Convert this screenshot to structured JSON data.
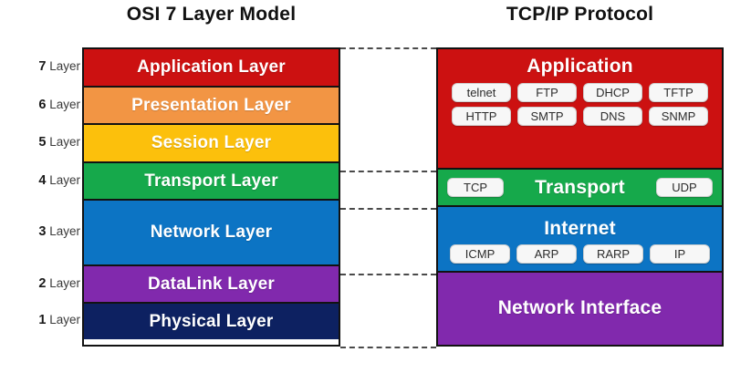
{
  "osi": {
    "title": "OSI 7 Layer Model",
    "layers": [
      {
        "num": "7",
        "num_suffix": "Layer",
        "label": "Application Layer",
        "color": "#cc1111",
        "height": 42
      },
      {
        "num": "6",
        "num_suffix": "Layer",
        "label": "Presentation Layer",
        "color": "#f29544",
        "height": 41
      },
      {
        "num": "5",
        "num_suffix": "Layer",
        "label": "Session Layer",
        "color": "#fcc00c",
        "height": 42
      },
      {
        "num": "4",
        "num_suffix": "Layer",
        "label": "Transport Layer",
        "color": "#16a94b",
        "height": 41
      },
      {
        "num": "3",
        "num_suffix": "Layer",
        "label": "Network Layer",
        "color": "#0c74c4",
        "height": 72
      },
      {
        "num": "2",
        "num_suffix": "Layer",
        "label": "DataLink Layer",
        "color": "#8129ad",
        "height": 41
      },
      {
        "num": "1",
        "num_suffix": "Layer",
        "label": "Physical Layer",
        "color": "#0d2161",
        "height": 39
      }
    ]
  },
  "tcpip": {
    "title": "TCP/IP Protocol",
    "layers": [
      {
        "id": "application",
        "label": "Application",
        "color": "#cc1111",
        "height": 133,
        "protocol_rows": [
          [
            "telnet",
            "FTP",
            "DHCP",
            "TFTP"
          ],
          [
            "HTTP",
            "SMTP",
            "DNS",
            "SNMP"
          ]
        ]
      },
      {
        "id": "transport",
        "label": "Transport",
        "color": "#16a94b",
        "height": 41,
        "left_protocol": "TCP",
        "right_protocol": "UDP"
      },
      {
        "id": "internet",
        "label": "Internet",
        "color": "#0c74c4",
        "height": 72,
        "protocol_rows": [
          [
            "ICMP",
            "ARP",
            "RARP",
            "IP"
          ]
        ]
      },
      {
        "id": "netif",
        "label": "Network Interface",
        "color": "#8129ad",
        "height": 80,
        "protocol_rows": []
      }
    ]
  },
  "connectors": {
    "count": 5,
    "positions_y": [
      52,
      187,
      228,
      300,
      380
    ],
    "style": "dashed",
    "color": "#4a4a4a"
  }
}
